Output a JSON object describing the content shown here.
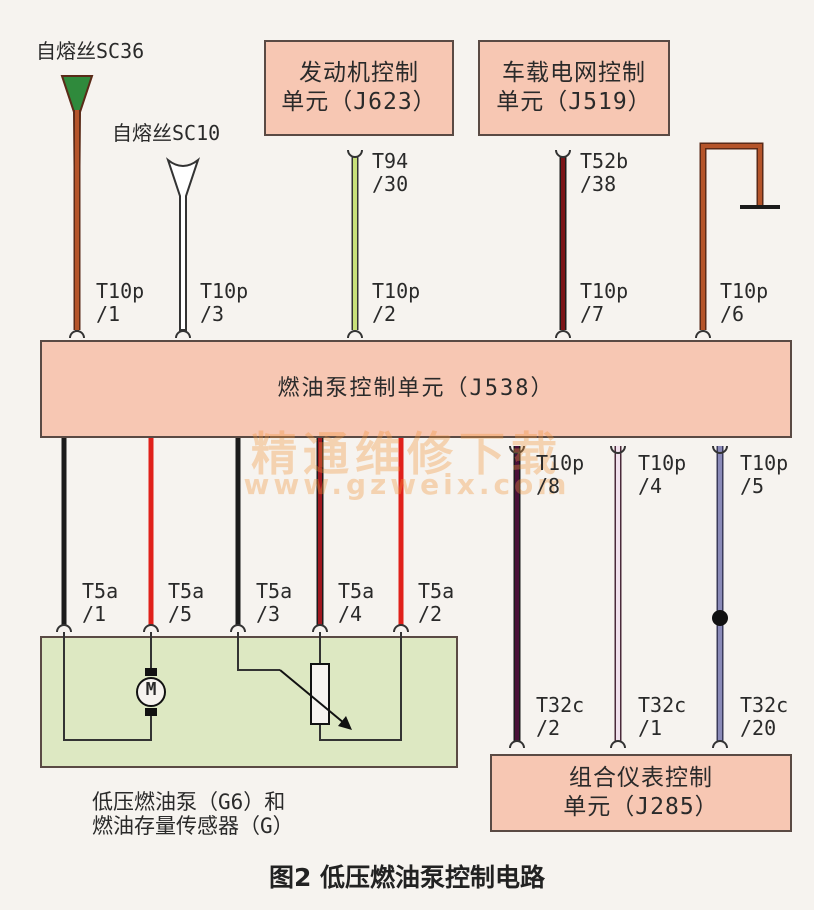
{
  "fuses": {
    "sc36": "自熔丝SC36",
    "sc10": "自熔丝SC10"
  },
  "modules": {
    "j623": [
      "发动机控制",
      "单元（J623）"
    ],
    "j519": [
      "车载电网控制",
      "单元（J519）"
    ],
    "j538": "燃油泵控制单元（J538）",
    "pump_caption": [
      "低压燃油泵（G6）和",
      "燃油存量传感器（G）"
    ],
    "j285": [
      "组合仪表控制",
      "单元（J285）"
    ]
  },
  "pins": {
    "t94_30": [
      "T94",
      "/30"
    ],
    "t52b_38": [
      "T52b",
      "/38"
    ],
    "t10p_1": [
      "T10p",
      "/1"
    ],
    "t10p_3": [
      "T10p",
      "/3"
    ],
    "t10p_2": [
      "T10p",
      "/2"
    ],
    "t10p_7": [
      "T10p",
      "/7"
    ],
    "t10p_6": [
      "T10p",
      "/6"
    ],
    "t10p_8": [
      "T10p",
      "/8"
    ],
    "t10p_4": [
      "T10p",
      "/4"
    ],
    "t10p_5": [
      "T10p",
      "/5"
    ],
    "t5a_1": [
      "T5a",
      "/1"
    ],
    "t5a_5": [
      "T5a",
      "/5"
    ],
    "t5a_3": [
      "T5a",
      "/3"
    ],
    "t5a_4": [
      "T5a",
      "/4"
    ],
    "t5a_2": [
      "T5a",
      "/2"
    ],
    "t32c_2": [
      "T32c",
      "/2"
    ],
    "t32c_1": [
      "T32c",
      "/1"
    ],
    "t32c_20": [
      "T32c",
      "/20"
    ]
  },
  "motor_symbol": "M",
  "watermark": {
    "cn": "精通维修下载",
    "url": "www.gzweix.com"
  },
  "figure_caption": "图2    低压燃油泵控制电路",
  "colors": {
    "module_fill": "#f7c7b3",
    "pump_fill": "#dde8c2",
    "wire_brown": "#b5542a",
    "wire_green_yellow": "#c8e07a",
    "wire_red": "#e0201a",
    "wire_dark_red": "#7a1418",
    "wire_black": "#1b1b1b",
    "wire_purple": "#4a1038",
    "wire_violet": "#c89ab8",
    "wire_blue_grey": "#7a7aa8"
  }
}
